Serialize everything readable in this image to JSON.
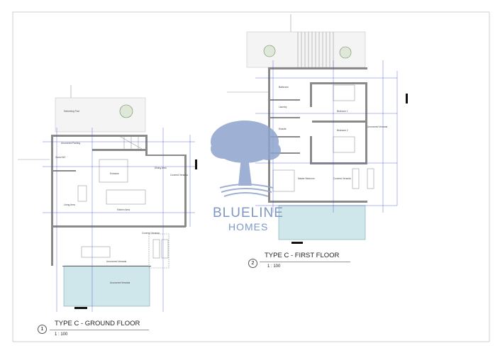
{
  "ground_floor": {
    "view_number": "1",
    "title": "TYPE C - GROUND FLOOR",
    "scale": "1 : 100",
    "rooms": [
      "Uncovered Parking",
      "Guest WC",
      "Entrance",
      "Living Area",
      "Kitchen Area",
      "Dining Area",
      "Covered Veranda",
      "Uncovered Veranda",
      "Covered Veranda",
      "Uncovered Veranda",
      "Swimming Pool"
    ]
  },
  "first_floor": {
    "view_number": "2",
    "title": "TYPE C - FIRST FLOOR",
    "scale": "1 : 100",
    "rooms": [
      "Bathroom",
      "Laundry",
      "Ensuite",
      "Bedroom 1",
      "Bedroom 2",
      "Master Bedroom",
      "Covered Veranda",
      "Uncovered Veranda"
    ]
  },
  "watermark": {
    "line1": "BLUELINE",
    "line2": "HOMES",
    "color": "#7f97c4"
  },
  "colors": {
    "pool": "#cfe6ea",
    "dimension": "#3b4fd0",
    "wall": "#8a8a8a"
  }
}
